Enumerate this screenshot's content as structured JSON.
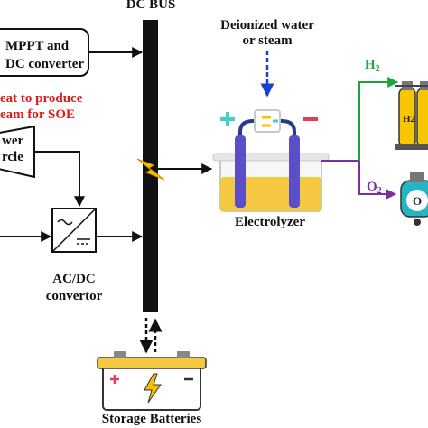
{
  "title": "DC BUS",
  "labels": {
    "water": [
      "Deionized water",
      "or steam"
    ],
    "mppt": [
      "MPPT and",
      "DC converter"
    ],
    "heat": [
      "eat to produce",
      "eam for SOE"
    ],
    "power_cycle": [
      "wer",
      "rcle"
    ],
    "acdc": [
      "AC/DC",
      "convertor"
    ],
    "electrolyzer": "Electrolyzer",
    "h2": "H",
    "o2": "O",
    "sub2": "2",
    "batteries": "Storage Batteries",
    "h2_tank": "H2",
    "o2_tank": "O"
  },
  "colors": {
    "bus": "#111111",
    "heat_text": "#e01818",
    "h2_line": "#1aa63a",
    "o2_line": "#7a2fa0",
    "water_arrow": "#1f3fcf",
    "electrolyte": "#f5c842",
    "plus": "#3fd0c8",
    "minus": "#e83a5a"
  }
}
